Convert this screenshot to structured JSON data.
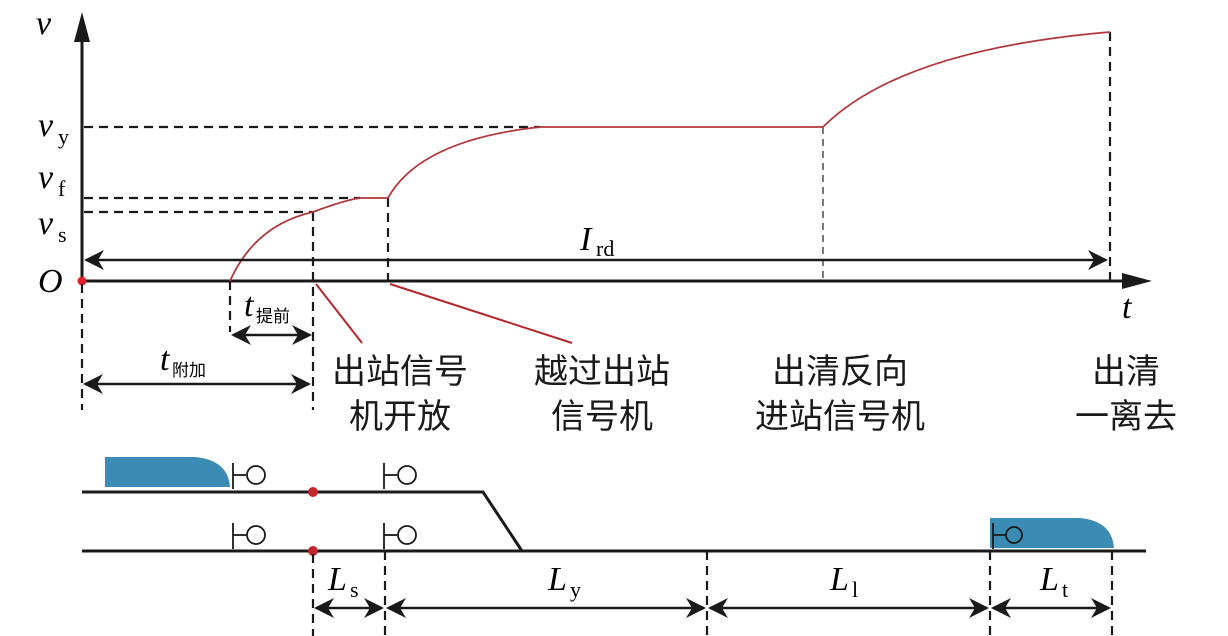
{
  "axes": {
    "y_label": "v",
    "x_label": "t",
    "origin_label": "O"
  },
  "speed_levels": [
    {
      "symbol": "v",
      "sub": "y"
    },
    {
      "symbol": "v",
      "sub": "f"
    },
    {
      "symbol": "v",
      "sub": "s"
    }
  ],
  "intervals": {
    "ird": {
      "symbol": "I",
      "sub": "rd"
    },
    "t_advance": {
      "symbol": "t",
      "sub": "提前"
    },
    "t_additional": {
      "symbol": "t",
      "sub": "附加"
    }
  },
  "events": [
    {
      "line1": "出站信号",
      "line2": "机开放"
    },
    {
      "line1": "越过出站",
      "line2": "信号机"
    },
    {
      "line1": "出清反向",
      "line2": "进站信号机"
    },
    {
      "line1": "出清",
      "line2": "一离去"
    }
  ],
  "segments": [
    {
      "symbol": "L",
      "sub": "s"
    },
    {
      "symbol": "L",
      "sub": "y"
    },
    {
      "symbol": "L",
      "sub": "l"
    },
    {
      "symbol": "L",
      "sub": "t"
    }
  ],
  "colors": {
    "curve": "#b0383c",
    "leader": "#b5262c",
    "train": "#3a8cb5",
    "marker": "#c4262e",
    "origin": "#e0202a"
  }
}
